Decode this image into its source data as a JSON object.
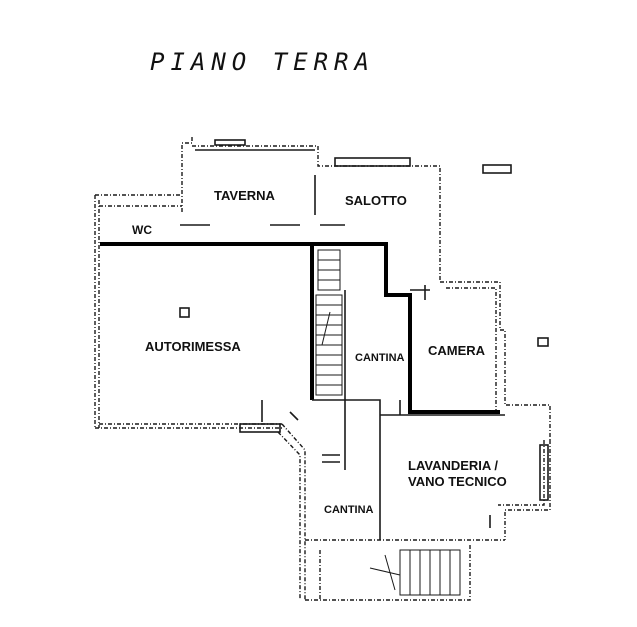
{
  "title": "PIANO TERRA",
  "rooms": {
    "taverna": "TAVERNA",
    "salotto": "SALOTTO",
    "wc": "WC",
    "autorimessa": "AUTORIMESSA",
    "cantina_upper": "CANTINA",
    "camera": "CAMERA",
    "lavanderia_line1": "LAVANDERIA /",
    "lavanderia_line2": "VANO TECNICO",
    "cantina_lower": "CANTINA"
  },
  "colors": {
    "ink": "#1a1a1a",
    "paper": "#ffffff"
  }
}
